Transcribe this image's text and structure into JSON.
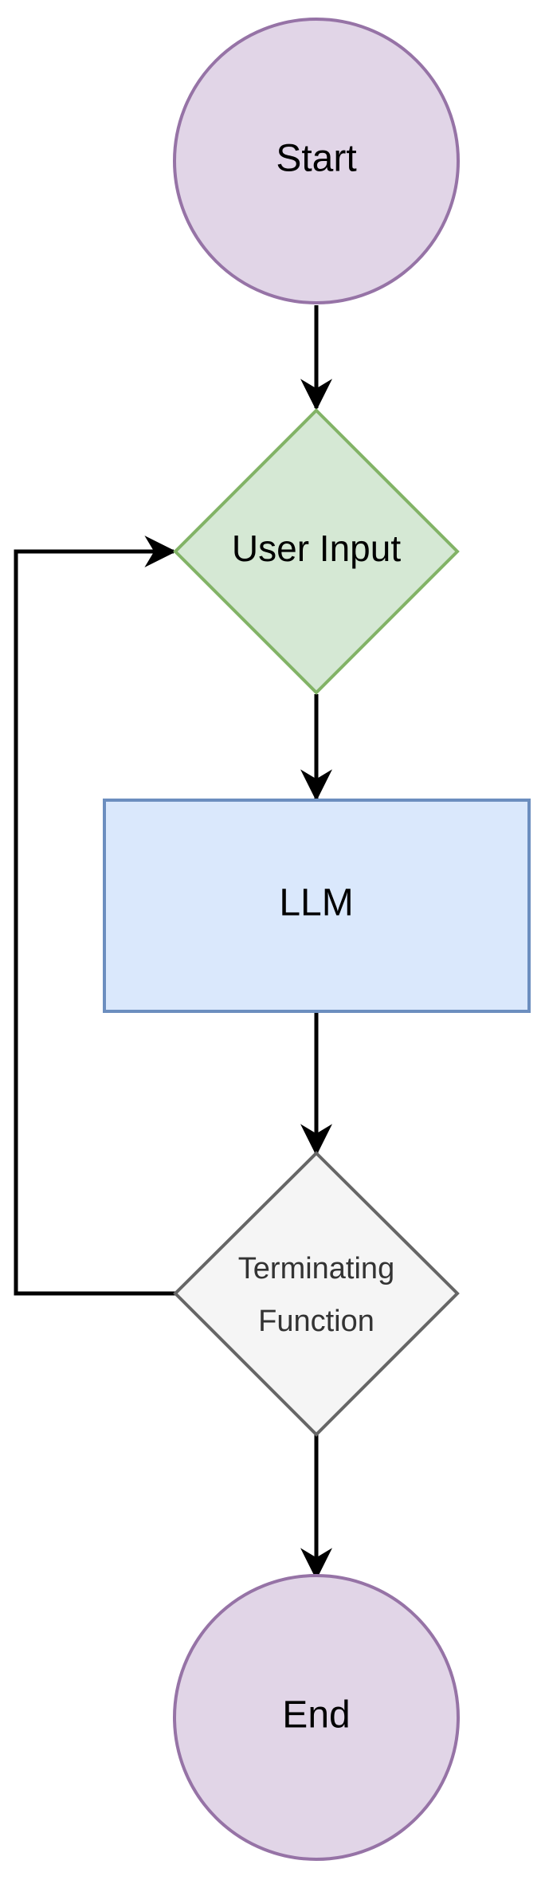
{
  "diagram": {
    "nodes": {
      "start": {
        "label": "Start",
        "fill": "#e1d5e7",
        "stroke": "#9673a6"
      },
      "user_input": {
        "label": "User Input",
        "fill": "#d5e8d4",
        "stroke": "#82b366"
      },
      "llm": {
        "label": "LLM",
        "fill": "#dae8fc",
        "stroke": "#6c8ebf"
      },
      "terminating": {
        "line1": "Terminating",
        "line2": "Function",
        "fill": "#f5f5f5",
        "stroke": "#666666"
      },
      "end": {
        "label": "End",
        "fill": "#e1d5e7",
        "stroke": "#9673a6"
      }
    },
    "edge_color": "#000000"
  }
}
